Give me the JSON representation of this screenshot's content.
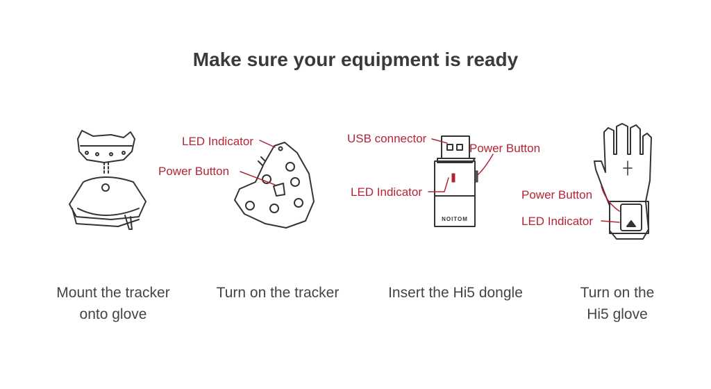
{
  "header": {
    "title": "Make sure your equipment is ready"
  },
  "steps": [
    {
      "caption_lines": [
        "Mount the tracker",
        "onto glove"
      ]
    },
    {
      "caption_lines": [
        "Turn on the tracker"
      ],
      "labels": {
        "led": "LED Indicator",
        "power": "Power Button"
      }
    },
    {
      "caption_lines": [
        "Insert the Hi5 dongle"
      ],
      "labels": {
        "usb": "USB connector",
        "power": "Power Button",
        "led": "LED Indicator"
      },
      "brand": "NOITOM"
    },
    {
      "caption_lines": [
        "Turn on the",
        "Hi5 glove"
      ],
      "labels": {
        "power": "Power Button",
        "led": "LED Indicator"
      }
    }
  ],
  "colors": {
    "label_red": "#b32436",
    "text": "#444444",
    "line_art": "#333333"
  }
}
